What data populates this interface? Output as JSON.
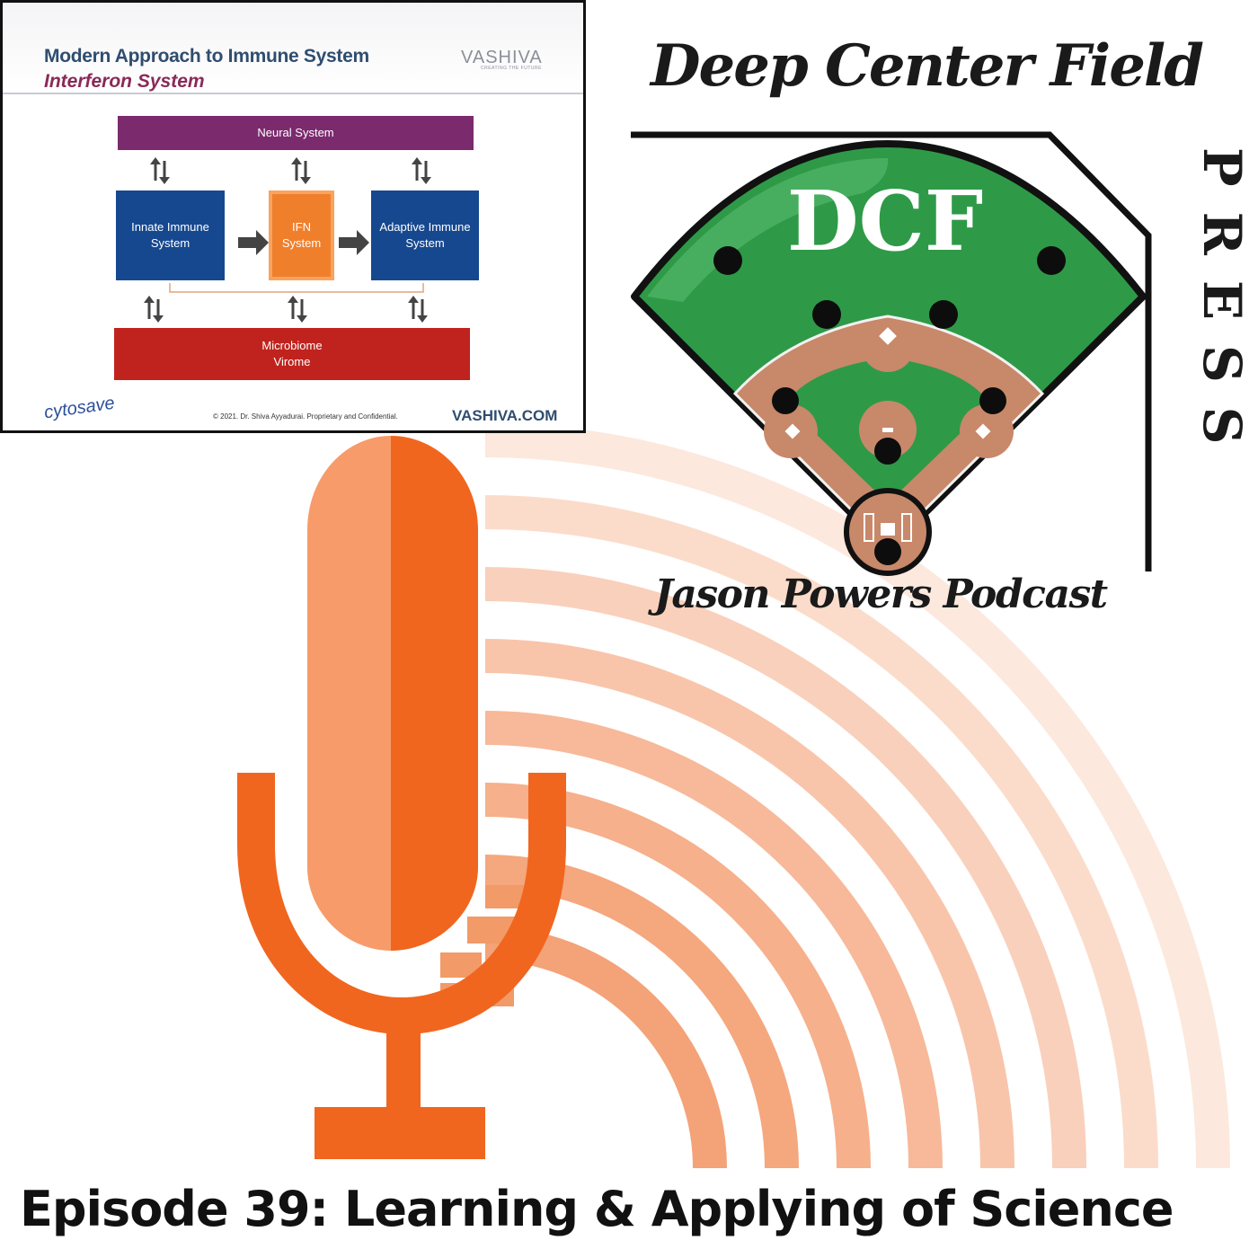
{
  "slide": {
    "title": "Modern Approach to Immune System",
    "subtitle": "Interferon System",
    "logo_brand": "VASHIVA",
    "logo_tagline": "CREATING THE FUTURE",
    "blocks": {
      "neural": "Neural System",
      "innate": "Innate Immune\nSystem",
      "ifn": "IFN\nSystem",
      "adaptive": "Adaptive Immune\nSystem",
      "microbiome": "Microbiome\nVirome"
    },
    "footer_logo": "cytosave",
    "copyright": "© 2021. Dr. Shiva Ayyadurai. Proprietary and Confidential.",
    "url": "VASHIVA.COM",
    "colors": {
      "neural": "#7b2a6e",
      "immune": "#16488f",
      "ifn": "#f07f2c",
      "microbiome": "#c0231e"
    }
  },
  "logo": {
    "title": "Deep Center Field",
    "side_word": "PRESS",
    "field_letters": "DCF",
    "podcast_name": "Jason Powers Podcast",
    "colors": {
      "grass": "#2e9a47",
      "dirt": "#c8886a",
      "ink": "#1a1a1a"
    }
  },
  "background_art": {
    "icon": "microphone-icon",
    "colors": {
      "mic_dark": "#f0661f",
      "mic_light": "#f79b6a",
      "wave": "#f4a277"
    }
  },
  "episode": {
    "title": "Episode 39: Learning & Applying of Science"
  }
}
